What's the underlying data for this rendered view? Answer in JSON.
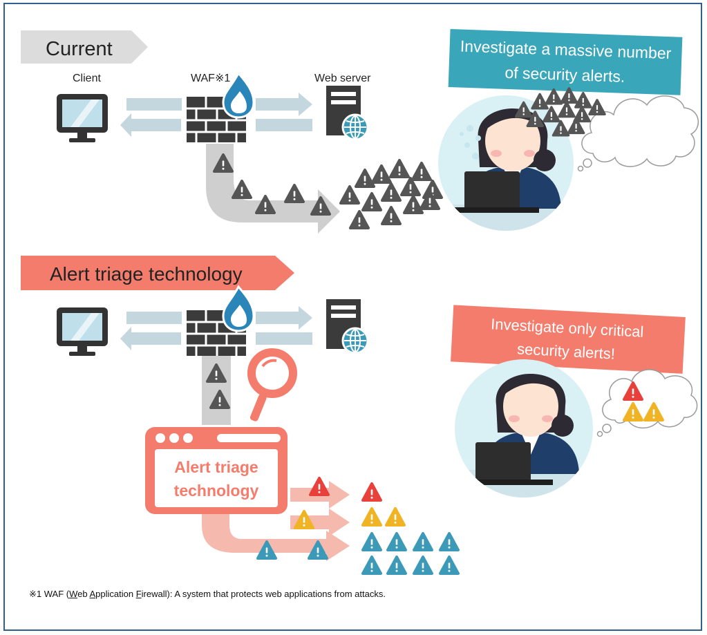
{
  "colors": {
    "border": "#2f5f8f",
    "current_banner": "#dcdcdc",
    "triage_banner": "#f47c6c",
    "teal_caption": "#3aa6b9",
    "salmon_caption": "#f47c6c",
    "alert_gray": "#555555",
    "alert_red": "#e8413b",
    "alert_yellow": "#f0b323",
    "alert_blue": "#3c9ab8",
    "arrow_light": "#c5d7de"
  },
  "current": {
    "banner": "Current",
    "client_label": "Client",
    "waf_label": "WAF※1",
    "server_label": "Web server",
    "caption_line1": "Investigate a massive number",
    "caption_line2": "of security alerts."
  },
  "triage": {
    "banner": "Alert triage technology",
    "box_line1": "Alert triage",
    "box_line2": "technology",
    "caption_line1": "Investigate only critical",
    "caption_line2": "security alerts!"
  },
  "icons": [
    "monitor-icon",
    "firewall-icon",
    "flame-icon",
    "server-icon",
    "globe-icon",
    "alert-icon",
    "magnifier-icon",
    "browser-window-icon",
    "thought-cloud-icon",
    "operator-illustration",
    "laptop-icon"
  ],
  "footnote": {
    "prefix": "※1 WAF (",
    "w": "W",
    "eb": "eb ",
    "a": "A",
    "pplication": "pplication ",
    "f": "F",
    "irewall": "irewall",
    "suffix": "): A system that protects web applications from attacks."
  }
}
